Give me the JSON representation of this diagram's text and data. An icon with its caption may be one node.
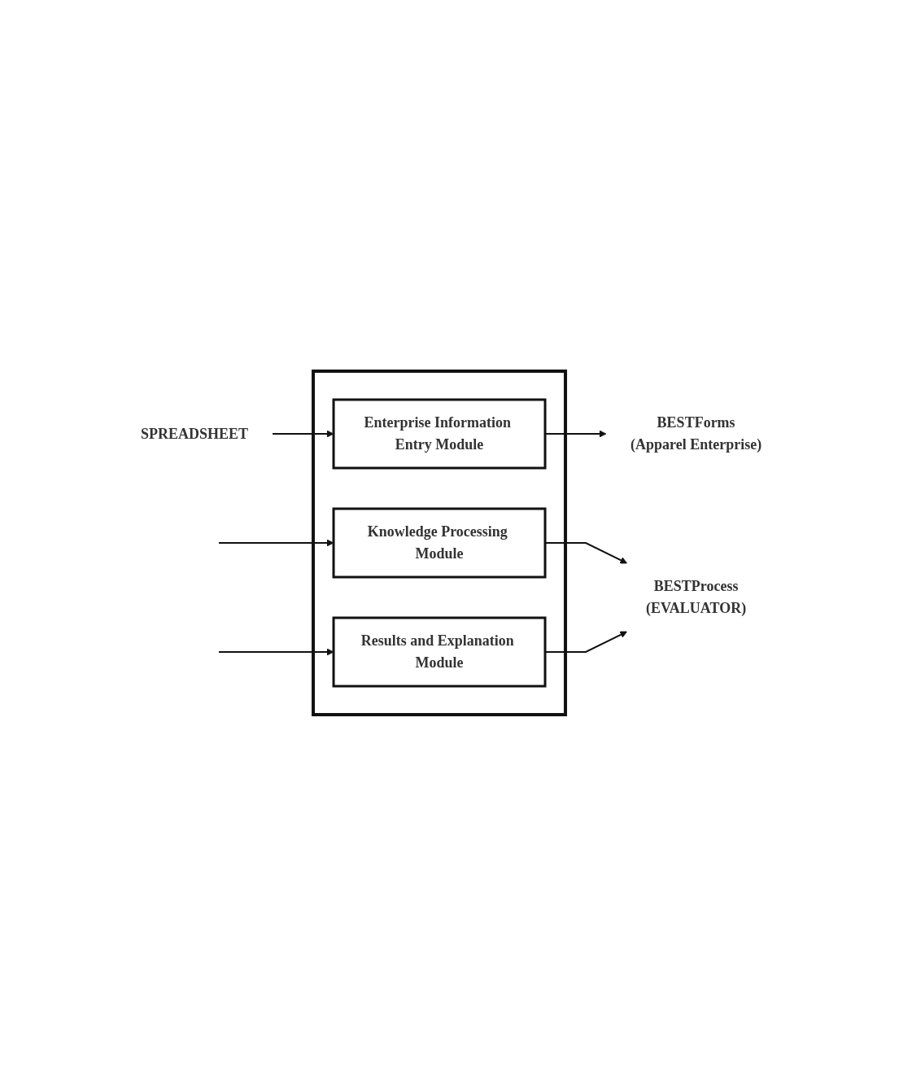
{
  "diagram": {
    "nodes": [
      {
        "text": [
          "SPREADSHEET"
        ]
      },
      {
        "text": [],
        "shape": "box"
      },
      {
        "text": [
          "Enterprise Information Entry Module"
        ],
        "in": 1
      },
      {
        "text": [
          "BESTForms",
          "(Apparel Enterprise)"
        ]
      },
      {
        "text": [
          "Knowledge Processing Module"
        ],
        "in": 1
      },
      {
        "text": [
          "Results and Explanation Module"
        ],
        "in": 1
      },
      {
        "text": [
          "BESTProcess",
          "(EVALUATOR)"
        ]
      }
    ],
    "edges": [
      {
        "from": 0,
        "to": 2,
        "arrow": "to"
      },
      {
        "from": 2,
        "to": 3,
        "arrow": "to"
      },
      {
        "from": null,
        "to": 4,
        "arrow": "to"
      },
      {
        "from": null,
        "to": 5,
        "arrow": "to"
      },
      {
        "from": 4,
        "to": 6,
        "arrow": "to"
      },
      {
        "from": 5,
        "to": 6,
        "arrow": "to"
      }
    ]
  }
}
